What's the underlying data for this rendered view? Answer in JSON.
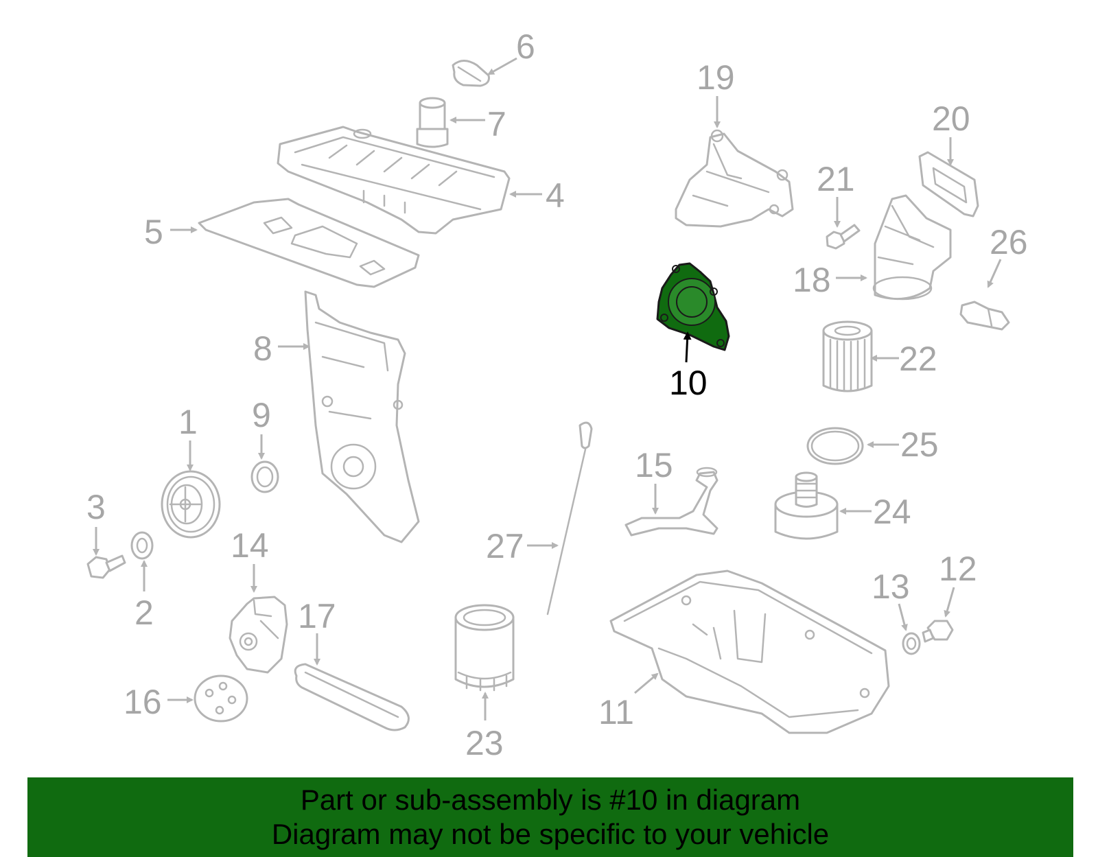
{
  "callouts": [
    {
      "id": "1",
      "label": "1"
    },
    {
      "id": "2",
      "label": "2"
    },
    {
      "id": "3",
      "label": "3"
    },
    {
      "id": "4",
      "label": "4"
    },
    {
      "id": "5",
      "label": "5"
    },
    {
      "id": "6",
      "label": "6"
    },
    {
      "id": "7",
      "label": "7"
    },
    {
      "id": "8",
      "label": "8"
    },
    {
      "id": "9",
      "label": "9"
    },
    {
      "id": "10",
      "label": "10"
    },
    {
      "id": "11",
      "label": "11"
    },
    {
      "id": "12",
      "label": "12"
    },
    {
      "id": "13",
      "label": "13"
    },
    {
      "id": "14",
      "label": "14"
    },
    {
      "id": "15",
      "label": "15"
    },
    {
      "id": "16",
      "label": "16"
    },
    {
      "id": "17",
      "label": "17"
    },
    {
      "id": "18",
      "label": "18"
    },
    {
      "id": "19",
      "label": "19"
    },
    {
      "id": "20",
      "label": "20"
    },
    {
      "id": "21",
      "label": "21"
    },
    {
      "id": "22",
      "label": "22"
    },
    {
      "id": "23",
      "label": "23"
    },
    {
      "id": "24",
      "label": "24"
    },
    {
      "id": "25",
      "label": "25"
    },
    {
      "id": "26",
      "label": "26"
    },
    {
      "id": "27",
      "label": "27"
    }
  ],
  "highlighted_part": "10",
  "colors": {
    "highlight": "#106b10",
    "part_outline": "#b4b4b4",
    "callout_text": "#a6a6a6",
    "banner_bg": "#106b10"
  },
  "banner": {
    "line1": "Part or sub-assembly is #10 in diagram",
    "line2": "Diagram may not be specific to your vehicle"
  }
}
